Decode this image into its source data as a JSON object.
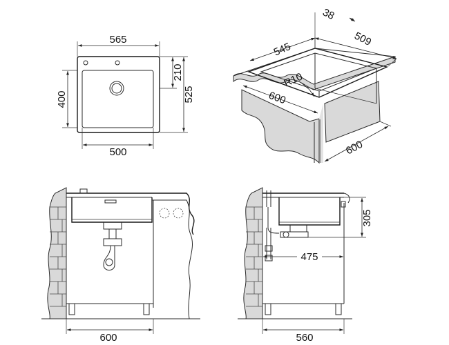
{
  "top_view": {
    "width": "565",
    "depth": "525",
    "bowl_width": "500",
    "bowl_depth": "400",
    "offset": "210"
  },
  "iso_view": {
    "rim": "38",
    "inner_length": "545",
    "inner_width": "509",
    "radius": "R10",
    "cabinet_width": "600",
    "cabinet_depth": "600"
  },
  "front_view": {
    "cabinet_width": "600"
  },
  "side_view": {
    "bowl_depth": "305",
    "depth": "475",
    "cabinet_depth": "560"
  }
}
